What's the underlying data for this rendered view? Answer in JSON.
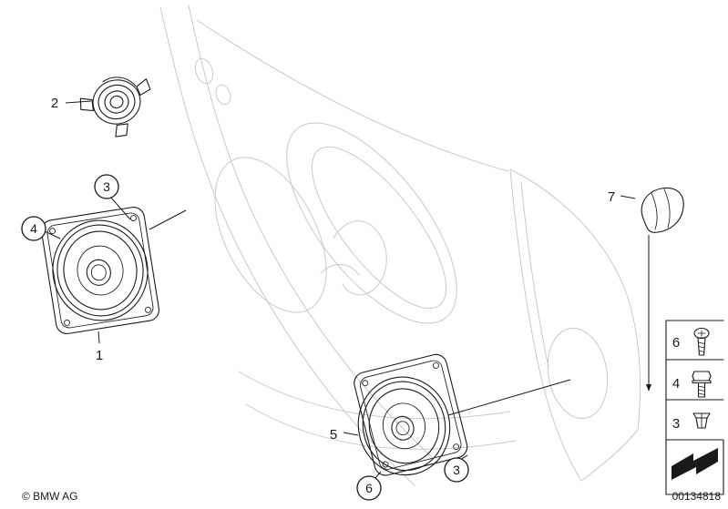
{
  "callouts": {
    "item1": "1",
    "item2": "2",
    "item3": "3",
    "item4": "4",
    "item5": "5",
    "item6": "6",
    "item7": "7"
  },
  "legend": {
    "rows": [
      {
        "label": "6",
        "icon": "screw-icon"
      },
      {
        "label": "4",
        "icon": "bolt-icon"
      },
      {
        "label": "3",
        "icon": "expanding-rivet-icon"
      }
    ],
    "symbol": "direction-arrow-icon"
  },
  "footer": {
    "copyright": "© BMW AG",
    "document_number": "00134818"
  },
  "colors": {
    "ink": "#1a1a1a",
    "faint_outline": "#c9c9c9",
    "background": "#ffffff"
  }
}
